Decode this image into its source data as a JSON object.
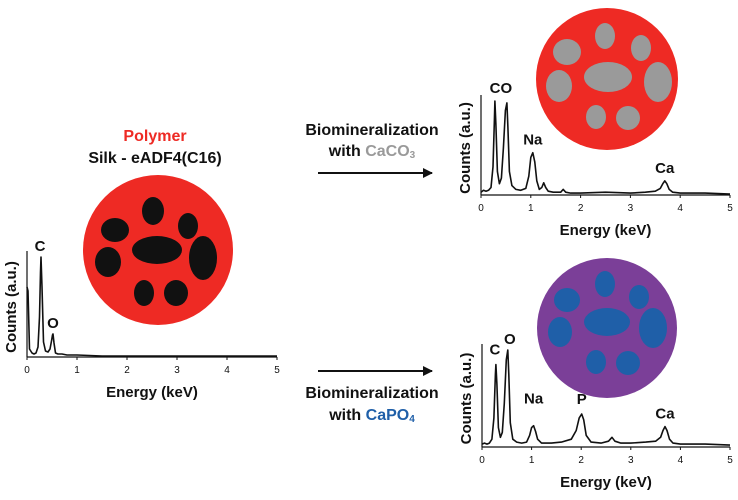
{
  "polymer": {
    "title": "Polymer",
    "name": "Silk - eADF4(C16)"
  },
  "step_top": {
    "line1": "Biomineralization",
    "with": "with ",
    "mineral_base": "CaCO",
    "mineral_sub": "3"
  },
  "step_bottom": {
    "line1": "Biomineralization",
    "with": "with ",
    "mineral_base": "CaPO",
    "mineral_sub": "4"
  },
  "colors": {
    "polymer_red": "#ee2a24",
    "caco3_gray": "#9a9a9a",
    "capo4_blue": "#1f5fa8",
    "purple_matrix": "#7b3f98",
    "black_inclusions": "#111111"
  },
  "chart_data": [
    {
      "id": "spectrum-polymer",
      "type": "line",
      "xlabel": "Energy (keV)",
      "ylabel": "Counts (a.u.)",
      "xlim": [
        0,
        5
      ],
      "xticks": [
        "0",
        "1",
        "2",
        "3",
        "4",
        "5"
      ],
      "peaks": [
        {
          "label": "C",
          "x": 0.28
        },
        {
          "label": "O",
          "x": 0.52
        }
      ],
      "series": [
        {
          "x": [
            0.0,
            0.02,
            0.05,
            0.1,
            0.14,
            0.18,
            0.22,
            0.25,
            0.27,
            0.28,
            0.3,
            0.33,
            0.37,
            0.42,
            0.46,
            0.49,
            0.51,
            0.52,
            0.54,
            0.57,
            0.62,
            0.7,
            0.8,
            1.0,
            1.5,
            2.0,
            2.5,
            3.0,
            3.5,
            4.0,
            4.5,
            5.0
          ],
          "y": [
            0.7,
            0.66,
            0.08,
            0.04,
            0.03,
            0.04,
            0.1,
            0.4,
            0.85,
            1.0,
            0.7,
            0.15,
            0.06,
            0.05,
            0.08,
            0.16,
            0.22,
            0.23,
            0.14,
            0.04,
            0.03,
            0.03,
            0.02,
            0.02,
            0.01,
            0.01,
            0.01,
            0.01,
            0.01,
            0.01,
            0.01,
            0.01
          ]
        }
      ]
    },
    {
      "id": "spectrum-caco3",
      "type": "line",
      "xlabel": "Energy (keV)",
      "ylabel": "Counts (a.u.)",
      "xlim": [
        0,
        5
      ],
      "xticks": [
        "0",
        "1",
        "2",
        "3",
        "4",
        "5"
      ],
      "peaks": [
        {
          "label": "CO",
          "x": 0.4
        },
        {
          "label": "Na",
          "x": 1.04
        },
        {
          "label": "Ca",
          "x": 3.69
        }
      ],
      "series": [
        {
          "x": [
            0.0,
            0.05,
            0.1,
            0.15,
            0.2,
            0.24,
            0.27,
            0.28,
            0.3,
            0.33,
            0.37,
            0.41,
            0.45,
            0.49,
            0.52,
            0.54,
            0.57,
            0.62,
            0.7,
            0.8,
            0.9,
            0.96,
            1.0,
            1.04,
            1.08,
            1.12,
            1.17,
            1.22,
            1.26,
            1.3,
            1.35,
            1.45,
            1.6,
            1.65,
            1.7,
            1.8,
            2.0,
            2.5,
            3.0,
            3.3,
            3.5,
            3.6,
            3.65,
            3.69,
            3.73,
            3.78,
            3.85,
            4.0,
            4.5,
            5.0
          ],
          "y": [
            0.03,
            0.05,
            0.04,
            0.05,
            0.08,
            0.3,
            0.8,
            1.0,
            0.75,
            0.25,
            0.12,
            0.18,
            0.5,
            0.9,
            0.98,
            0.72,
            0.25,
            0.1,
            0.06,
            0.05,
            0.07,
            0.2,
            0.4,
            0.45,
            0.35,
            0.15,
            0.06,
            0.08,
            0.13,
            0.08,
            0.04,
            0.03,
            0.03,
            0.06,
            0.03,
            0.02,
            0.02,
            0.03,
            0.02,
            0.03,
            0.04,
            0.07,
            0.12,
            0.15,
            0.12,
            0.06,
            0.03,
            0.02,
            0.02,
            0.01
          ]
        }
      ]
    },
    {
      "id": "spectrum-capo4",
      "type": "line",
      "xlabel": "Energy (keV)",
      "ylabel": "Counts (a.u.)",
      "xlim": [
        0,
        5
      ],
      "xticks": [
        "0",
        "1",
        "2",
        "3",
        "4",
        "5"
      ],
      "peaks": [
        {
          "label": "C",
          "x": 0.28
        },
        {
          "label": "O",
          "x": 0.52
        },
        {
          "label": "Na",
          "x": 1.04
        },
        {
          "label": "P",
          "x": 2.01
        },
        {
          "label": "Ca",
          "x": 3.69
        }
      ],
      "series": [
        {
          "x": [
            0.0,
            0.05,
            0.1,
            0.15,
            0.2,
            0.24,
            0.27,
            0.28,
            0.3,
            0.33,
            0.37,
            0.41,
            0.45,
            0.49,
            0.52,
            0.54,
            0.57,
            0.62,
            0.7,
            0.8,
            0.9,
            0.96,
            1.0,
            1.04,
            1.08,
            1.12,
            1.2,
            1.4,
            1.6,
            1.8,
            1.9,
            1.96,
            2.01,
            2.05,
            2.1,
            2.2,
            2.4,
            2.55,
            2.62,
            2.68,
            2.8,
            3.0,
            3.3,
            3.5,
            3.6,
            3.65,
            3.69,
            3.73,
            3.78,
            3.85,
            4.0,
            4.5,
            5.0
          ],
          "y": [
            0.03,
            0.04,
            0.03,
            0.04,
            0.08,
            0.3,
            0.75,
            0.85,
            0.65,
            0.2,
            0.1,
            0.15,
            0.45,
            0.9,
            1.0,
            0.75,
            0.25,
            0.08,
            0.05,
            0.04,
            0.05,
            0.12,
            0.2,
            0.22,
            0.16,
            0.08,
            0.04,
            0.04,
            0.05,
            0.08,
            0.17,
            0.3,
            0.34,
            0.28,
            0.12,
            0.05,
            0.04,
            0.06,
            0.1,
            0.06,
            0.04,
            0.04,
            0.05,
            0.06,
            0.1,
            0.17,
            0.21,
            0.17,
            0.08,
            0.04,
            0.03,
            0.03,
            0.02
          ]
        }
      ]
    }
  ]
}
